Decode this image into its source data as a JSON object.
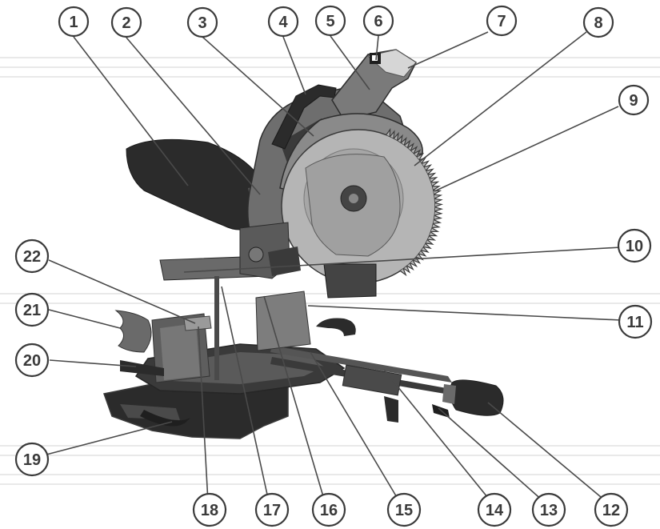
{
  "figure": {
    "subject": "miter-saw",
    "callouts": [
      {
        "id": "c1",
        "num": "1"
      },
      {
        "id": "c2",
        "num": "2"
      },
      {
        "id": "c3",
        "num": "3"
      },
      {
        "id": "c4",
        "num": "4"
      },
      {
        "id": "c5",
        "num": "5"
      },
      {
        "id": "c6",
        "num": "6"
      },
      {
        "id": "c7",
        "num": "7"
      },
      {
        "id": "c8",
        "num": "8"
      },
      {
        "id": "c9",
        "num": "9"
      },
      {
        "id": "c10",
        "num": "10"
      },
      {
        "id": "c11",
        "num": "11"
      },
      {
        "id": "c12",
        "num": "12"
      },
      {
        "id": "c13",
        "num": "13"
      },
      {
        "id": "c14",
        "num": "14"
      },
      {
        "id": "c15",
        "num": "15"
      },
      {
        "id": "c16",
        "num": "16"
      },
      {
        "id": "c17",
        "num": "17"
      },
      {
        "id": "c18",
        "num": "18"
      },
      {
        "id": "c19",
        "num": "19"
      },
      {
        "id": "c20",
        "num": "20"
      },
      {
        "id": "c21",
        "num": "21"
      },
      {
        "id": "c22",
        "num": "22"
      }
    ]
  },
  "colors": {
    "outline": "#3a3a3a",
    "body_dark": "#2b2b2b",
    "body_mid": "#6e6e6e",
    "body_light": "#9a9a9a",
    "blade": "#b5b5b5",
    "guard": "#7c7c7c"
  }
}
